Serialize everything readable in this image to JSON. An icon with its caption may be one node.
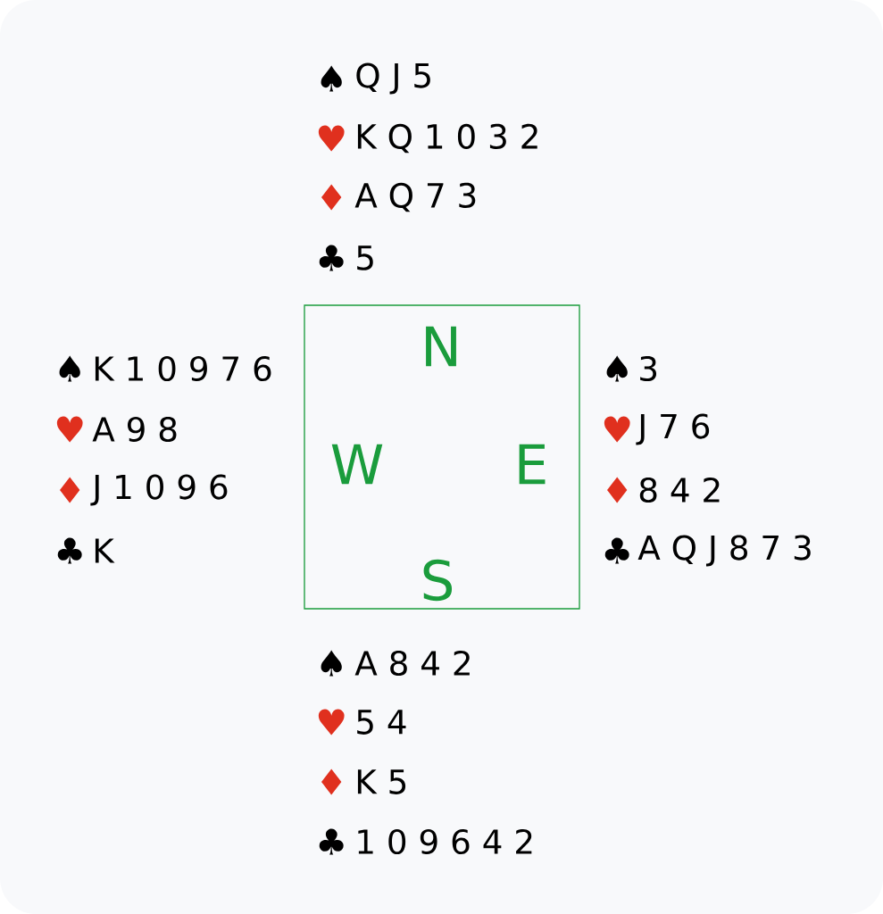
{
  "diagram": {
    "nodes": [
      {
        "text": [
          "N",
          "W",
          "E",
          "S"
        ]
      }
    ],
    "edges": [],
    "labels": [
      "♠",
      "Q J 5",
      "♥",
      "K Q 1 0 3 2",
      "♦",
      "A Q 7 3",
      "♣",
      "5",
      "♠",
      "K 1 0 9 7 6",
      "♥",
      "A 9 8",
      "♦",
      "J 1 0 9 6",
      "♣",
      "K",
      "♠",
      "3",
      "♥",
      "J 7 6",
      "♦",
      "8 4 2",
      "♣",
      "A Q J 8 7 3",
      "♠",
      "A 8 4 2",
      "♥",
      "5 4",
      "♦",
      "K 5",
      "♣",
      "1 0 9 6 4 2"
    ]
  }
}
